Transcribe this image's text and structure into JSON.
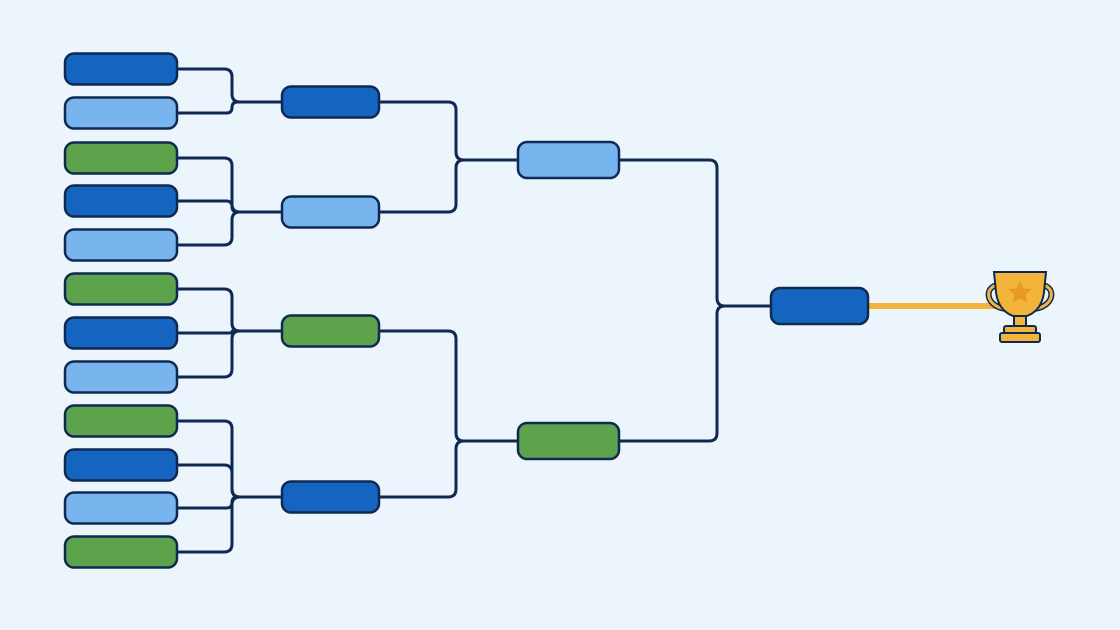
{
  "colors": {
    "background": "#ecf4fc",
    "outline": "#0f2a52",
    "dark_blue": "#1565c0",
    "light_blue": "#78b4ee",
    "green": "#5da34c",
    "trophy_gold": "#f2b53a",
    "trophy_link": "#f2b53a"
  },
  "bracket": {
    "round1": [
      {
        "color": "dark_blue"
      },
      {
        "color": "light_blue"
      },
      {
        "color": "green"
      },
      {
        "color": "dark_blue"
      },
      {
        "color": "light_blue"
      },
      {
        "color": "green"
      },
      {
        "color": "dark_blue"
      },
      {
        "color": "light_blue"
      },
      {
        "color": "green"
      },
      {
        "color": "dark_blue"
      },
      {
        "color": "light_blue"
      },
      {
        "color": "green"
      }
    ],
    "round2": [
      {
        "color": "dark_blue",
        "feeds": [
          0,
          1
        ]
      },
      {
        "color": "light_blue",
        "feeds": [
          2,
          3,
          4
        ]
      },
      {
        "color": "green",
        "feeds": [
          5,
          6,
          7
        ]
      },
      {
        "color": "dark_blue",
        "feeds": [
          8,
          9,
          10,
          11
        ]
      }
    ],
    "semifinal": [
      {
        "color": "light_blue",
        "feeds": [
          0,
          1
        ]
      },
      {
        "color": "green",
        "feeds": [
          2,
          3
        ]
      }
    ],
    "final": {
      "color": "dark_blue",
      "feeds": [
        0,
        1
      ]
    },
    "trophy": {
      "icon": "trophy-icon"
    }
  }
}
